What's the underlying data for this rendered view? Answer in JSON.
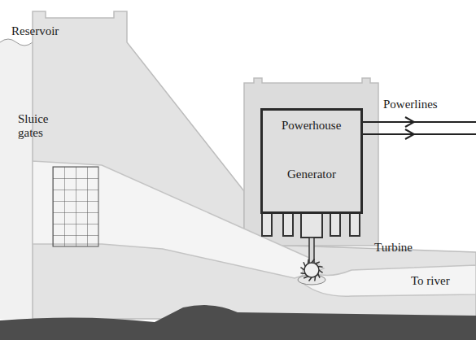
{
  "diagram": {
    "nodes": [
      {
        "text": [
          "Powerhouse",
          "Generator"
        ]
      }
    ],
    "labels": [
      "Reservoir",
      "Sluice gates",
      "Powerlines",
      "Turbine",
      "To river"
    ]
  }
}
